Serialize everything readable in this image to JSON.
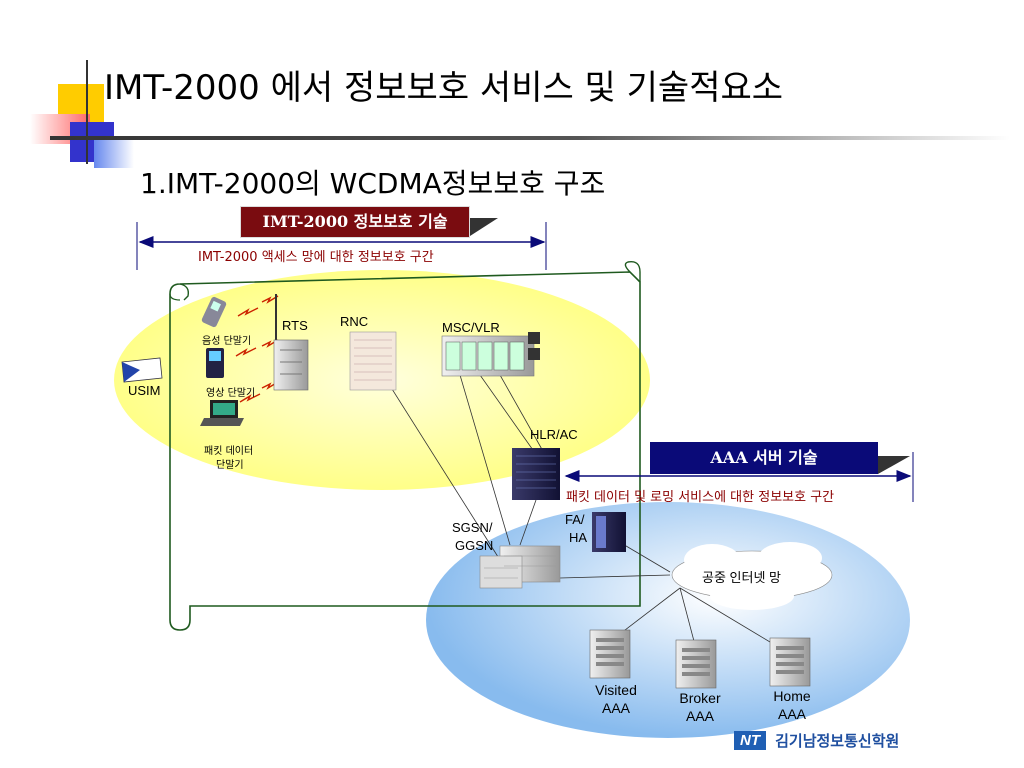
{
  "slide": {
    "title": "IMT-2000 에서 정보보호 서비스 및 기술적요소",
    "subtitle": "1.IMT-2000의 WCDMA정보보호 구조"
  },
  "banners": {
    "imt_tech": "IMT-2000 정보보호 기술",
    "aaa_tech": "AAA 서버 기술"
  },
  "ranges": {
    "access_section": "IMT-2000 액세스 망에 대한 정보보호 구간",
    "packet_section": "패킷 데이터 및 로밍 서비스에 대한 정보보호 구간"
  },
  "nodes": {
    "voice_terminal": "음성 단말기",
    "video_terminal": "영상 단말기",
    "packet_terminal_1": "패킷 데이터",
    "packet_terminal_2": "단말기",
    "usim": "USIM",
    "rts": "RTS",
    "rnc": "RNC",
    "msc_vlr": "MSC/VLR",
    "hlr_ac": "HLR/AC",
    "fa_ha_1": "FA/",
    "fa_ha_2": "HA",
    "sgsn_1": "SGSN/",
    "sgsn_2": "GGSN",
    "internet": "공중 인터넷 망",
    "visited_1": "Visited",
    "visited_2": "AAA",
    "broker_1": "Broker",
    "broker_2": "AAA",
    "home_1": "Home",
    "home_2": "AAA"
  },
  "logo": {
    "mark": "NT",
    "name": "김기남정보통신학원"
  },
  "colors": {
    "banner_imt": "#7a0c10",
    "banner_aaa": "#0a0a78",
    "access_ellipse": "#ffff99",
    "packet_ellipse": "#99ccff",
    "scroll_border": "#1f5a1f",
    "range_arrow": "#0a0a78",
    "range_text": "#8b0000"
  }
}
